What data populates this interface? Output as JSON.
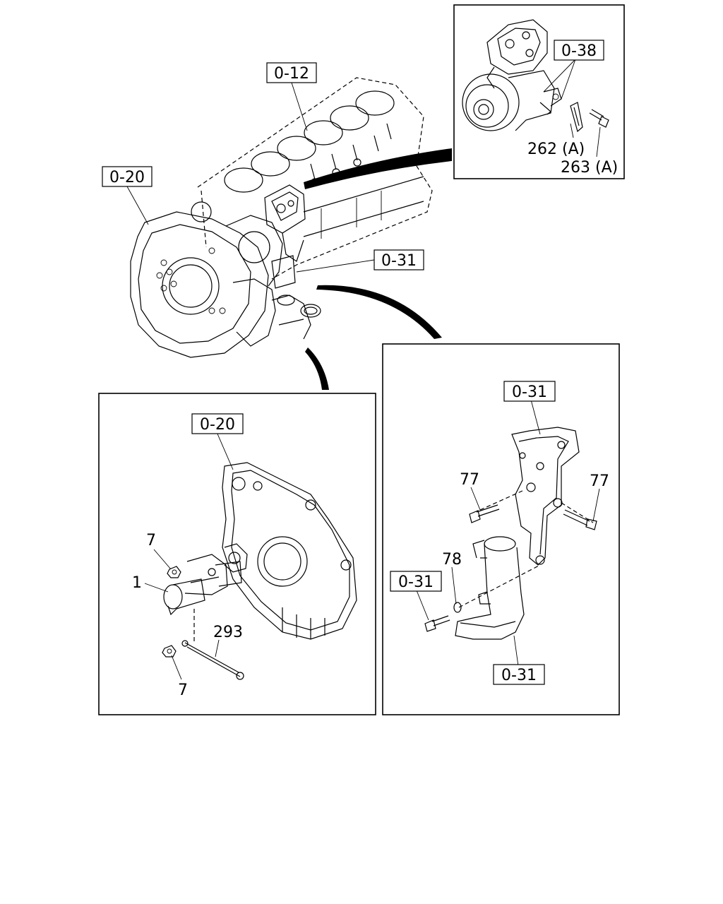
{
  "callouts": {
    "engine_cylinder_block": "0-12",
    "engine_flywheel_housing": "0-20",
    "engine_bracket": "0-31",
    "compressor_inset": "0-38",
    "left_inset_housing": "0-20",
    "right_inset_bracket": "0-31",
    "right_inset_bolt": "0-31",
    "right_inset_pipe": "0-31"
  },
  "part_numbers": {
    "clip": "262 (A)",
    "clip_bolt": "263 (A)",
    "actuator": "1",
    "nut_upper": "7",
    "nut_lower": "7",
    "rod": "293",
    "bolt_left": "77",
    "bolt_right": "77",
    "washer": "78"
  }
}
